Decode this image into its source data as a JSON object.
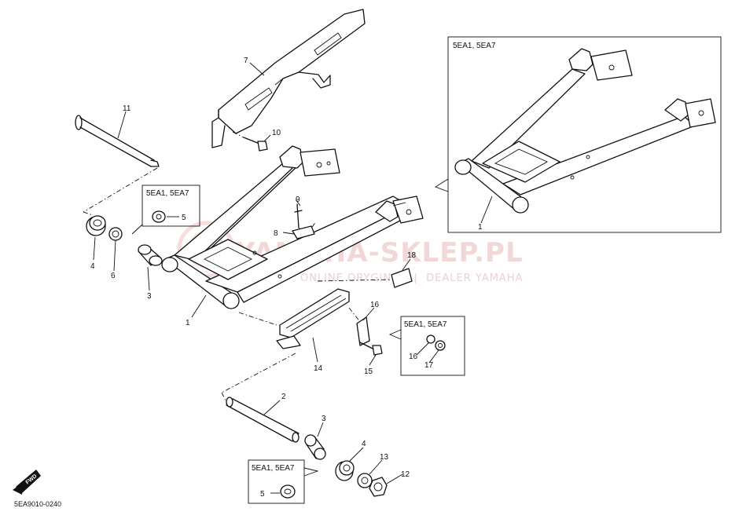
{
  "diagram": {
    "code": "5EA9010-0240",
    "fwd_label": "FWD",
    "watermark": {
      "main": "YAMAHA-SKLEP.PL",
      "sub": "ONLINE ORYGINAL  |  DEALER YAMAHA"
    },
    "variant_boxes": [
      {
        "id": "inset",
        "title": "5EA1, 5EA7"
      },
      {
        "id": "washer-top",
        "title": "5EA1, 5EA7"
      },
      {
        "id": "nut-insert",
        "title": "5EA1, 5EA7"
      },
      {
        "id": "washer-bottom",
        "title": "5EA1, 5EA7"
      }
    ],
    "callouts": {
      "c1_main": "1",
      "c1_inset": "1",
      "c2": "2",
      "c3_top": "3",
      "c3_bottom": "3",
      "c4_top": "4",
      "c4_bottom": "4",
      "c5_top": "5",
      "c5_bottom": "5",
      "c6": "6",
      "c7": "7",
      "c8": "8",
      "c9": "9",
      "c10": "10",
      "c11": "11",
      "c12": "12",
      "c13": "13",
      "c14": "14",
      "c15": "15",
      "c16_main": "16",
      "c16_box": "16",
      "c17": "17",
      "c18": "18"
    }
  }
}
